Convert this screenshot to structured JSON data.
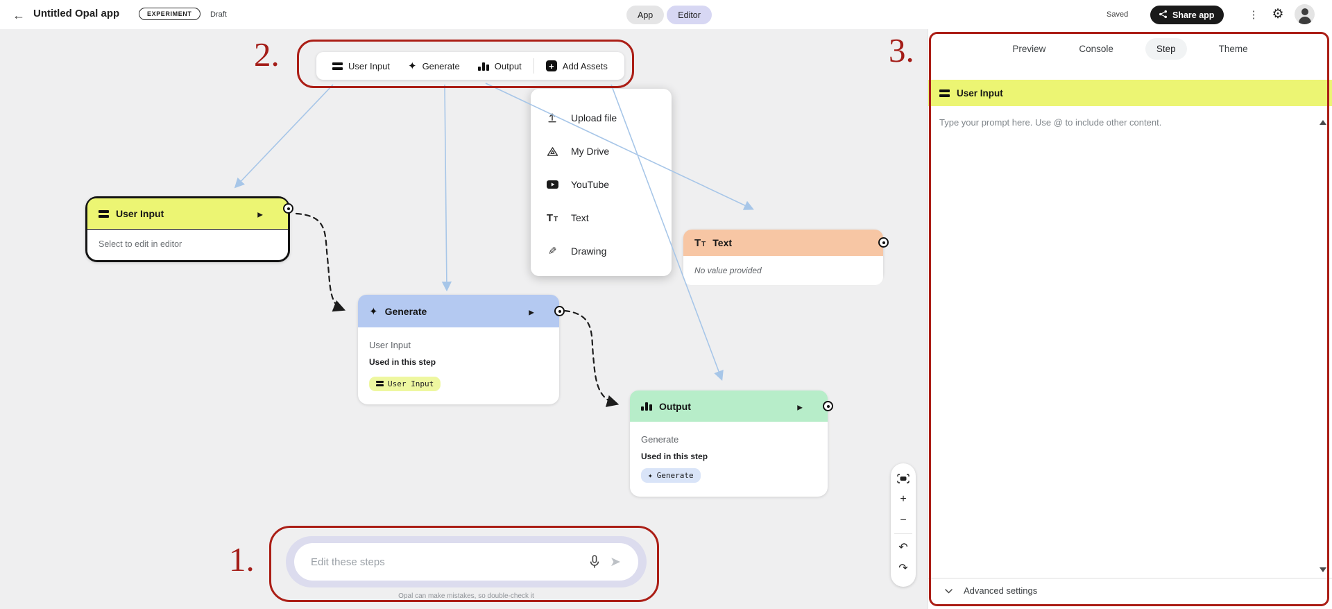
{
  "topbar": {
    "title": "Untitled Opal app",
    "badge": "EXPERIMENT",
    "draft_label": "Draft",
    "app_toggle": "App",
    "editor_toggle": "Editor",
    "saved_label": "Saved",
    "share_label": "Share app"
  },
  "toolbar": {
    "items": [
      {
        "label": "User Input",
        "icon": "rows-icon"
      },
      {
        "label": "Generate",
        "icon": "sparkle-icon"
      },
      {
        "label": "Output",
        "icon": "bar-chart-icon"
      },
      {
        "label": "Add Assets",
        "icon": "plus-square-icon"
      }
    ]
  },
  "assets_menu": {
    "items": [
      {
        "label": "Upload file",
        "icon": "upload-icon"
      },
      {
        "label": "My Drive",
        "icon": "drive-icon"
      },
      {
        "label": "YouTube",
        "icon": "youtube-icon"
      },
      {
        "label": "Text",
        "icon": "text-icon"
      },
      {
        "label": "Drawing",
        "icon": "pencil-icon"
      }
    ]
  },
  "nodes": {
    "user_input": {
      "title": "User Input",
      "body": "Select to edit in editor",
      "header_color": "#ecf573",
      "selected": true
    },
    "generate": {
      "title": "Generate",
      "source": "User Input",
      "used_label": "Used in this step",
      "chip": "User Input",
      "header_color": "#b4c9f1"
    },
    "text": {
      "title": "Text",
      "body": "No value provided",
      "header_color": "#f7c6a4"
    },
    "output": {
      "title": "Output",
      "source": "Generate",
      "used_label": "Used in this step",
      "chip": "Generate",
      "header_color": "#b7edc9"
    }
  },
  "canvas_controls": {
    "zoom_in": "+",
    "zoom_out": "−"
  },
  "chat": {
    "placeholder": "Edit these steps",
    "disclaimer": "Opal can make mistakes, so double-check it"
  },
  "panel": {
    "tabs": [
      {
        "label": "Preview"
      },
      {
        "label": "Console"
      },
      {
        "label": "Step"
      },
      {
        "label": "Theme"
      }
    ],
    "active_tab": "Step",
    "step_header": "User Input",
    "prompt_placeholder": "Type your prompt here. Use @ to include other content.",
    "advanced_label": "Advanced settings"
  },
  "annotations": {
    "one": "1.",
    "two": "2.",
    "three": "3.",
    "color": "#ab1e16"
  },
  "colors": {
    "canvas_bg": "#efeff0",
    "lime": "#ecf573",
    "blue": "#b4c9f1",
    "orange": "#f7c6a4",
    "green": "#b7edc9",
    "lavender": "#d7d7f3",
    "arrow_blue": "#a7c6e8",
    "share_black": "#1a1a1a"
  }
}
